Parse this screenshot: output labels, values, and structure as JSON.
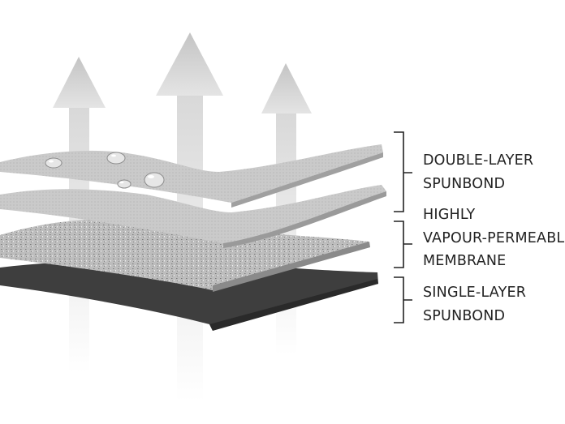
{
  "labels": {
    "top": {
      "line1": "DOUBLE-LAYER",
      "line2": "SPUNBOND"
    },
    "middle": {
      "line1": "HIGHLY",
      "line2": "VAPOUR-PERMEABLE",
      "line3": "MEMBRANE"
    },
    "bottom": {
      "line1": "SINGLE-LAYER",
      "line2": "SPUNBOND"
    }
  },
  "colors": {
    "arrow": "#d0d0d0",
    "layer_light": "#c8c8c8",
    "layer_speckled": "#b8b8b8",
    "layer_dark": "#3e3e3e",
    "text": "#222222"
  }
}
